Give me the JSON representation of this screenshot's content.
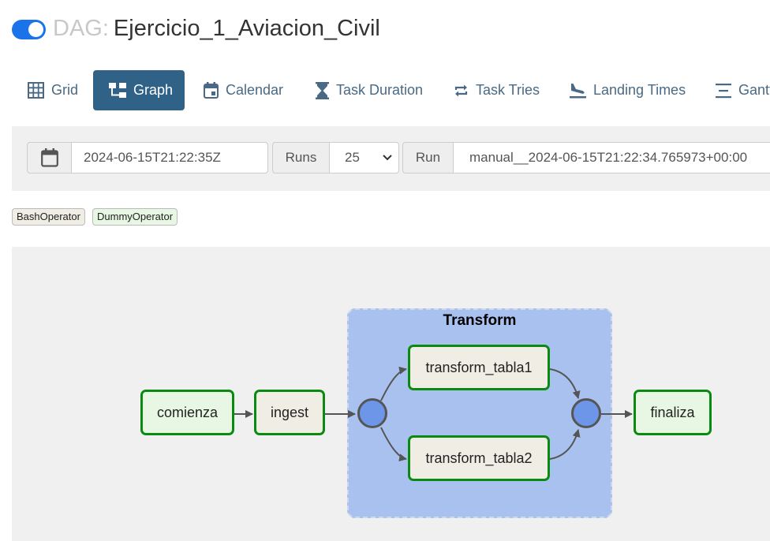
{
  "header": {
    "dag_prefix": "DAG:",
    "dag_name": "Ejercicio_1_Aviacion_Civil",
    "toggle_on": true,
    "accent_color": "#1a73e8"
  },
  "tabs": [
    {
      "label": "Grid",
      "icon": "grid-icon",
      "active": false
    },
    {
      "label": "Graph",
      "icon": "graph-icon",
      "active": true
    },
    {
      "label": "Calendar",
      "icon": "calendar-icon",
      "active": false
    },
    {
      "label": "Task Duration",
      "icon": "hourglass-icon",
      "active": false
    },
    {
      "label": "Task Tries",
      "icon": "retry-icon",
      "active": false
    },
    {
      "label": "Landing Times",
      "icon": "plane-landing-icon",
      "active": false
    },
    {
      "label": "Gantt",
      "icon": "gantt-icon",
      "active": false
    }
  ],
  "toolbar": {
    "date_value": "2024-06-15T21:22:35Z",
    "runs_label": "Runs",
    "runs_value": "25",
    "run_label": "Run",
    "run_value": "manual__2024-06-15T21:22:34.765973+00:00"
  },
  "legend": [
    {
      "label": "BashOperator",
      "color": "#f0ede4"
    },
    {
      "label": "DummyOperator",
      "color": "#e8f7e4"
    }
  ],
  "graph": {
    "group_label": "Transform",
    "group_color": "#a9c1ee",
    "success_border_color": "#0b8a12",
    "nodes": {
      "comienza": "comienza",
      "ingest": "ingest",
      "transform_tabla1": "transform_tabla1",
      "transform_tabla2": "transform_tabla2",
      "finaliza": "finaliza"
    }
  }
}
